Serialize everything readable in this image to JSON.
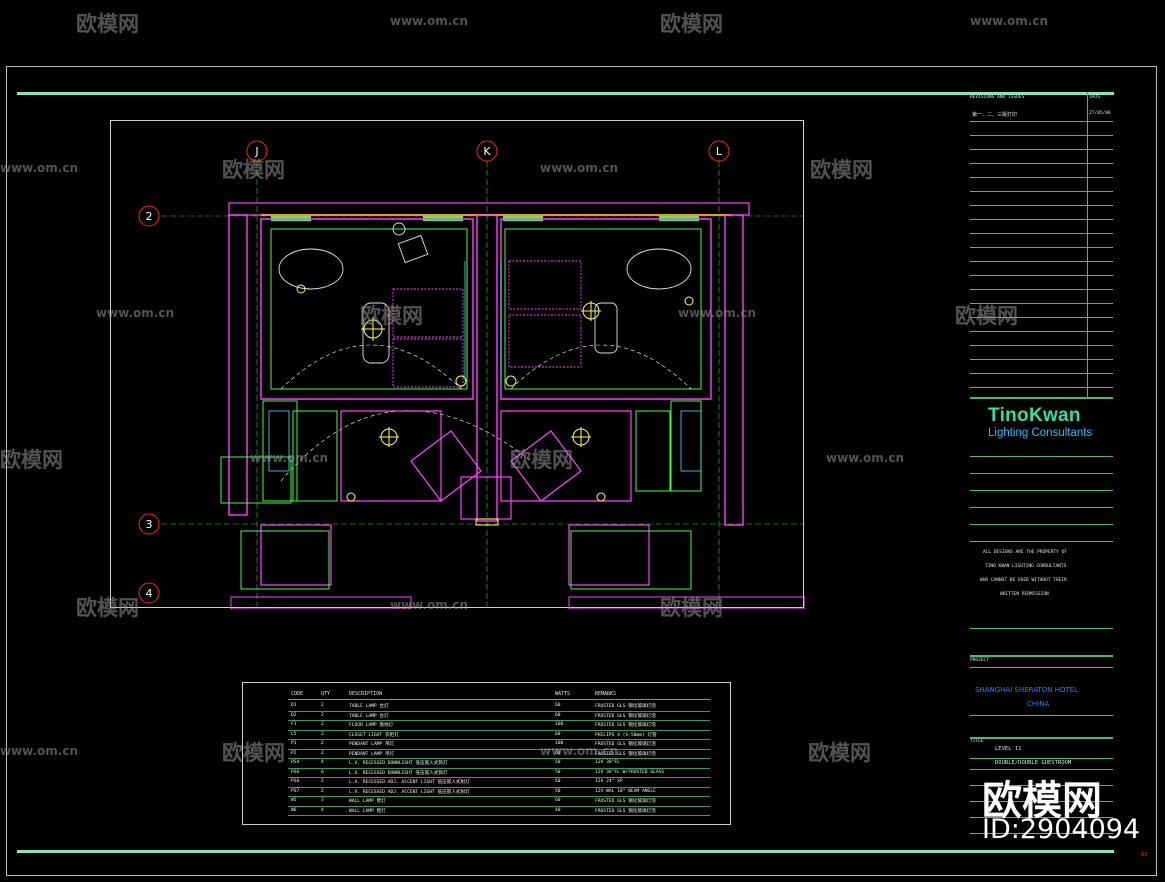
{
  "watermark": {
    "brand": "欧模网",
    "url": "www.om.cn",
    "id_label": "ID:2904094"
  },
  "grid_labels": {
    "columns": [
      "J",
      "K",
      "L"
    ],
    "rows": [
      "2",
      "3",
      "4"
    ]
  },
  "title_block": {
    "revisions_title": "REVISIONS AND ISSUES",
    "date_label": "DATE",
    "revision_entry": "第一、二、三版打印",
    "revision_date": "27/05/06",
    "company": "TinoKwan",
    "company_sub": "Lighting Consultants",
    "notice": [
      "ALL DESIGNS ARE THE PROPERTY OF",
      "TINO KWAN LIGHTING CONSULTANTS",
      "WHO CANNOT BE USED WITHOUT THEIR",
      "WRITTEN PERMISSION"
    ],
    "project_label": "PROJECT",
    "project_name": "SHANGHAI SHERATON HOTEL",
    "project_country": "CHINA",
    "title_label": "TITLE",
    "level": "LEVEL 11",
    "drawing_title": "DOUBLE/DOUBLE GUESTROOM",
    "sheet_mark": "A3"
  },
  "legend": {
    "headers": [
      "CODE",
      "QTY",
      "DESCRIPTION",
      "WATTS",
      "REMARKS"
    ],
    "rows": [
      [
        "D1",
        "2",
        "TABLE LAMP  台灯",
        "60",
        "FROSTED GLS   钢化玻璃灯泡"
      ],
      [
        "D2",
        "2",
        "TABLE LAMP  台灯",
        "60",
        "FROSTED GLS   钢化玻璃灯泡"
      ],
      [
        "F1",
        "2",
        "FLOOR LAMP  落地灯",
        "100",
        "FROSTED GLS   钢化玻璃灯泡"
      ],
      [
        "L5",
        "2",
        "CLOSET LIGHT  衣柜灯",
        "60",
        "PHILIPS 4 (S-50mm)  灯管"
      ],
      [
        "P1",
        "2",
        "PENDANT LAMP  吊灯",
        "100",
        "FROSTED GLS   钢化玻璃灯泡"
      ],
      [
        "P2",
        "2",
        "PENDANT LAMP  吊灯",
        "60",
        "FROSTED GLS   钢化玻璃灯泡"
      ],
      [
        "PS4",
        "4",
        "L.V. RECESSED DOWNLIGHT  低压嵌入式筒灯",
        "50",
        "12V 38°FL"
      ],
      [
        "PS6",
        "6",
        "L.V. RECESSED DOWNLIGHT  低压嵌入式筒灯",
        "50",
        "12V 38°FL W/FROSTED GLASS"
      ],
      [
        "PS6",
        "2",
        "L.V. RECESSED ADJ. ACCENT LIGHT  低压嵌入式射灯",
        "50",
        "12V 24° SP"
      ],
      [
        "PS7",
        "2",
        "L.V. RECESSED ADJ. ACCENT LIGHT  低压嵌入式射灯",
        "50",
        "12V WAL 10° BEAM ANGLE"
      ],
      [
        "W5",
        "3",
        "WALL LAMP  壁灯",
        "60",
        "FROSTED GLS   钢化玻璃灯泡"
      ],
      [
        "W6",
        "4",
        "WALL LAMP  壁灯",
        "40",
        "FROSTED GLS   钢化玻璃灯泡"
      ]
    ]
  },
  "colors": {
    "accent_green": "#7fe8c0",
    "cad_magenta": "#ff40ff",
    "cad_green": "#40ff40",
    "cad_yellow": "#ffff40",
    "cad_cyan": "#40e0ff",
    "grid_red": "#ff2020"
  }
}
